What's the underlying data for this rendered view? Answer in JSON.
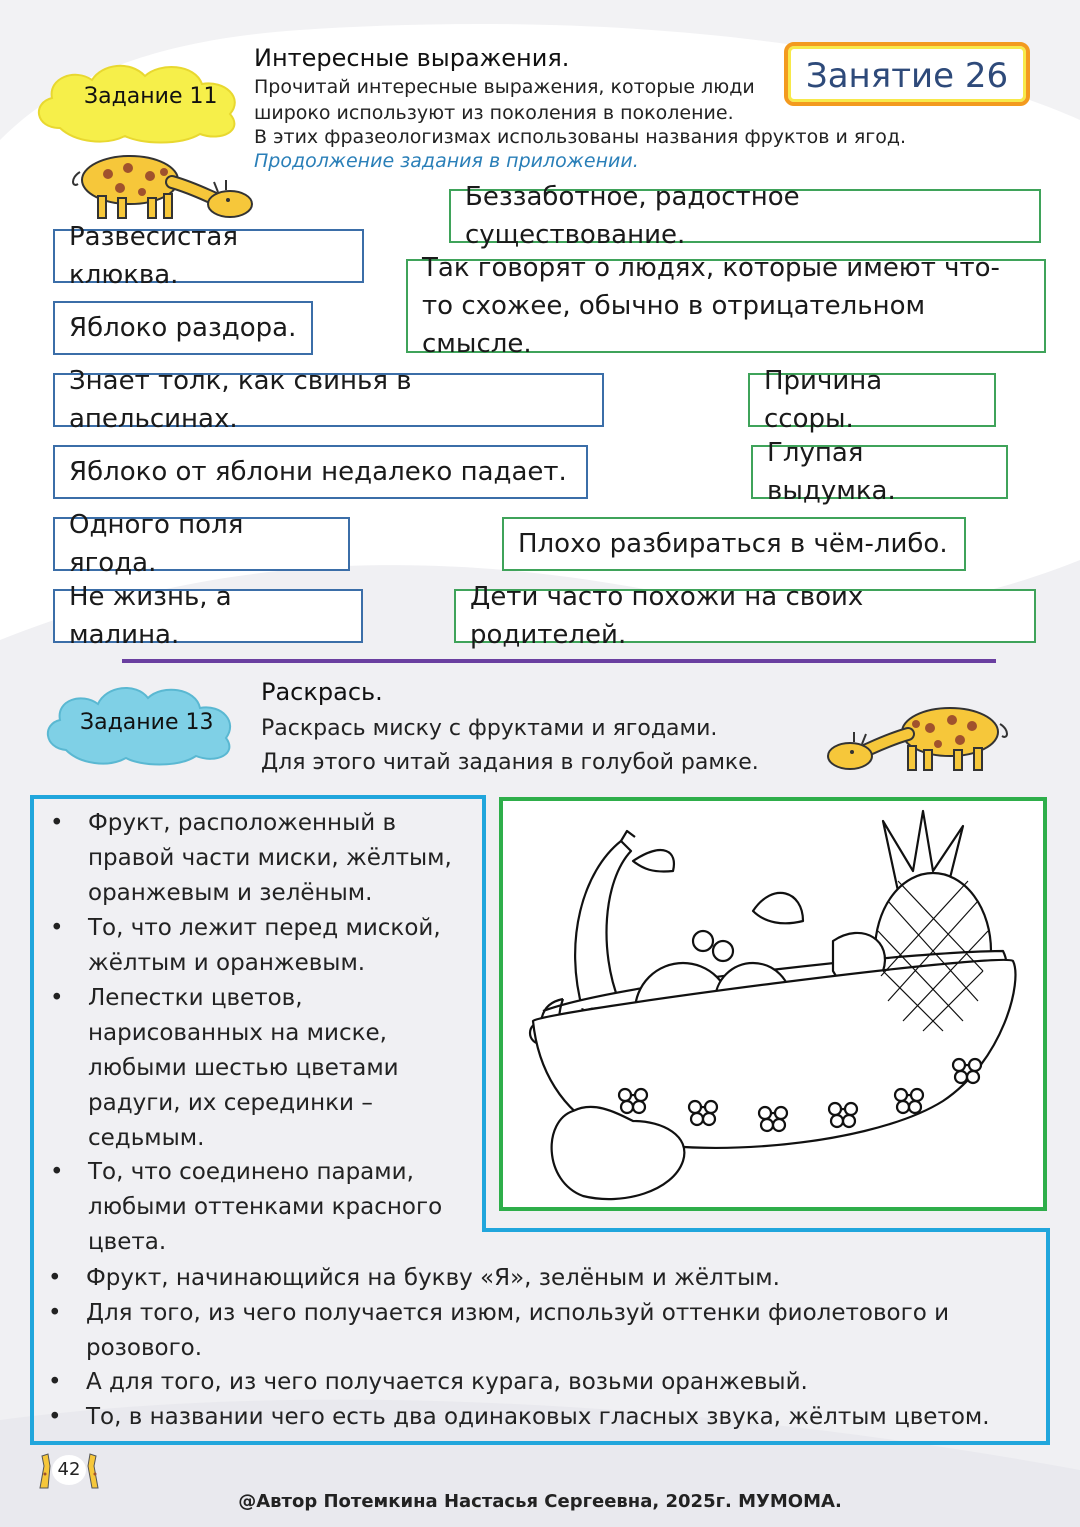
{
  "task11": {
    "cloud_label": "Задание 11",
    "title": "Интересные выражения.",
    "desc_lines": [
      "Прочитай интересные выражения, которые люди",
      "широко используют из поколения в поколение.",
      "В этих фразеологизмах использованы названия фруктов и ягод."
    ],
    "continuation": "Продолжение задания в приложении."
  },
  "lesson_badge": "Занятие 26",
  "expressions": [
    "Развесистая клюква.",
    "Яблоко раздора.",
    "Знает толк, как свинья в апельсинах.",
    "Яблоко от яблони недалеко падает.",
    "Одного поля ягода.",
    "Не жизнь, а малина."
  ],
  "meanings": [
    "Беззаботное, радостное существование.",
    "Так говорят о людях, которые имеют что-то схожее, обычно в отрицательном смысле.",
    "Причина ссоры.",
    "Глупая выдумка.",
    "Плохо разбираться в чём-либо.",
    "Дети часто похожи на своих родителей."
  ],
  "task13": {
    "cloud_label": "Задание 13",
    "title": "Раскрась.",
    "desc_lines": [
      "Раскрась миску с фруктами и ягодами.",
      "Для этого читай задания в голубой рамке."
    ]
  },
  "instructions_narrow": [
    "Фрукт, расположенный в правой части миски, жёлтым, оранжевым и зелёным.",
    "То, что лежит перед миской, жёлтым и оранжевым.",
    "Лепестки цветов, нарисованных на миске, любыми шестью цветами радуги, их серединки – седьмым.",
    "То, что соединено парами, любыми оттенками красного цвета."
  ],
  "instructions_wide": [
    "Фрукт, начинающийся на букву «Я», зелёным и жёлтым.",
    "Для того, из чего получается изюм, используй оттенки фиолетового и розового.",
    "А для того, из чего получается курага, возьми оранжевый.",
    "То, в названии чего есть два одинаковых гласных звука, жёлтым цветом."
  ],
  "page_number": "42",
  "footer": "@Автор Потемкина Настасья Сергеевна,  2025г. МУМОМА.",
  "colors": {
    "cloud_yellow": "#f6ef4a",
    "cloud_blue": "#7fd0e6",
    "badge_border": "#f39a1e",
    "badge_text": "#2e4a7a",
    "expression_border": "#3b6ea8",
    "meaning_border": "#3fa35a",
    "divider": "#6a3fa0",
    "frame_blue": "#21a6dc",
    "frame_green": "#2eae4a"
  }
}
